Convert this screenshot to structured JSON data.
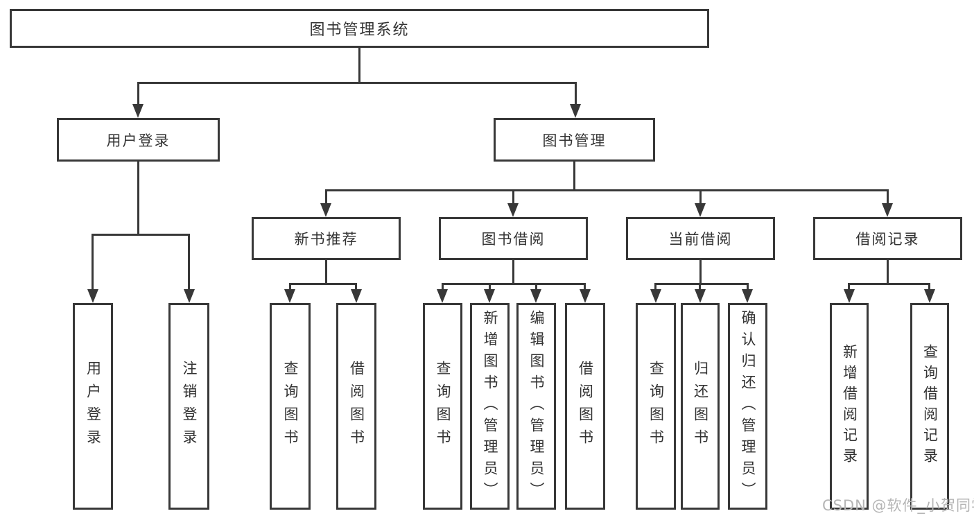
{
  "diagram": {
    "tree": {
      "label": "图书管理系统",
      "children": [
        {
          "label": "用户登录",
          "children": [
            {
              "label": "用户登录"
            },
            {
              "label": "注销登录"
            }
          ]
        },
        {
          "label": "图书管理",
          "children": [
            {
              "label": "新书推荐",
              "children": [
                {
                  "label": "查询图书"
                },
                {
                  "label": "借阅图书"
                }
              ]
            },
            {
              "label": "图书借阅",
              "children": [
                {
                  "label": "查询图书"
                },
                {
                  "label": "新增图书（管理员）"
                },
                {
                  "label": "编辑图书（管理员）"
                },
                {
                  "label": "借阅图书"
                }
              ]
            },
            {
              "label": "当前借阅",
              "children": [
                {
                  "label": "查询图书"
                },
                {
                  "label": "归还图书"
                },
                {
                  "label": "确认归还（管理员）"
                }
              ]
            },
            {
              "label": "借阅记录",
              "children": [
                {
                  "label": "新增借阅记录"
                },
                {
                  "label": "查询借阅记录"
                }
              ]
            }
          ]
        }
      ]
    },
    "colors": {
      "line": "#383838",
      "text": "#333333",
      "watermark": "#b5b5b5",
      "background": "#ffffff"
    }
  },
  "watermark": {
    "text": "CSDN @软件_小贺同学"
  }
}
